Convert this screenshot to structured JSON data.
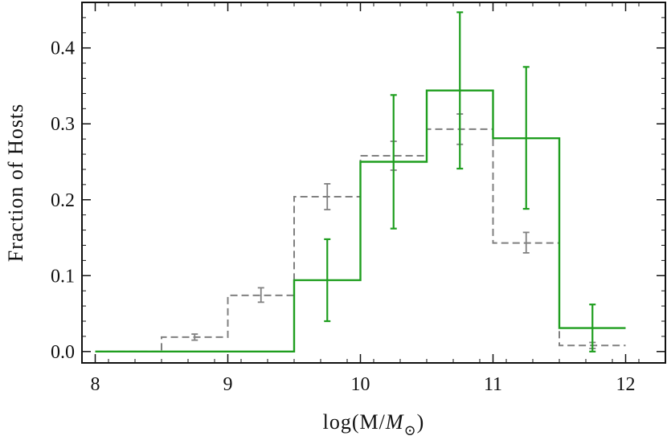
{
  "chart_data": {
    "type": "step-histogram",
    "xlabel": "log(M/M_⊙)",
    "xlabel_parts": {
      "main": "log(M/",
      "italic": "M",
      "sub": "⊙",
      "close": ")"
    },
    "ylabel": "Fraction of Hosts",
    "xlim": [
      7.9,
      12.3
    ],
    "ylim": [
      -0.015,
      0.46
    ],
    "x_ticks": [
      8,
      9,
      10,
      11,
      12
    ],
    "x_tick_labels": [
      "8",
      "9",
      "10",
      "11",
      "12"
    ],
    "y_ticks": [
      0.0,
      0.1,
      0.2,
      0.3,
      0.4
    ],
    "y_tick_labels": [
      "0.0",
      "0.1",
      "0.2",
      "0.3",
      "0.4"
    ],
    "x_minor_step": 0.2,
    "y_minor_step": 0.02,
    "grid": false,
    "legend": "none",
    "series": [
      {
        "style": "dashed",
        "color": "#808080",
        "bin_edges": [
          8.0,
          8.5,
          9.0,
          9.5,
          10.0,
          10.5,
          11.0,
          11.5,
          12.0
        ],
        "values": [
          0.0,
          0.019,
          0.074,
          0.204,
          0.258,
          0.293,
          0.143,
          0.008
        ],
        "errors": [
          {
            "x": 8.75,
            "y": 0.019,
            "lo": 0.015,
            "hi": 0.023
          },
          {
            "x": 9.25,
            "y": 0.074,
            "lo": 0.065,
            "hi": 0.084
          },
          {
            "x": 9.75,
            "y": 0.204,
            "lo": 0.187,
            "hi": 0.221
          },
          {
            "x": 10.25,
            "y": 0.258,
            "lo": 0.239,
            "hi": 0.277
          },
          {
            "x": 10.75,
            "y": 0.293,
            "lo": 0.273,
            "hi": 0.313
          },
          {
            "x": 11.25,
            "y": 0.143,
            "lo": 0.13,
            "hi": 0.157
          },
          {
            "x": 11.75,
            "y": 0.008,
            "lo": 0.004,
            "hi": 0.012
          }
        ]
      },
      {
        "style": "solid",
        "color": "#1f9e1f",
        "bin_edges": [
          8.0,
          8.5,
          9.0,
          9.5,
          10.0,
          10.5,
          11.0,
          11.5,
          12.0
        ],
        "values": [
          0.0,
          0.0,
          0.0,
          0.094,
          0.25,
          0.344,
          0.281,
          0.031
        ],
        "errors": [
          {
            "x": 9.75,
            "y": 0.094,
            "lo": 0.04,
            "hi": 0.148
          },
          {
            "x": 10.25,
            "y": 0.25,
            "lo": 0.162,
            "hi": 0.338
          },
          {
            "x": 10.75,
            "y": 0.344,
            "lo": 0.241,
            "hi": 0.447
          },
          {
            "x": 11.25,
            "y": 0.281,
            "lo": 0.188,
            "hi": 0.375
          },
          {
            "x": 11.75,
            "y": 0.031,
            "lo": 0.0,
            "hi": 0.062
          }
        ]
      }
    ]
  }
}
